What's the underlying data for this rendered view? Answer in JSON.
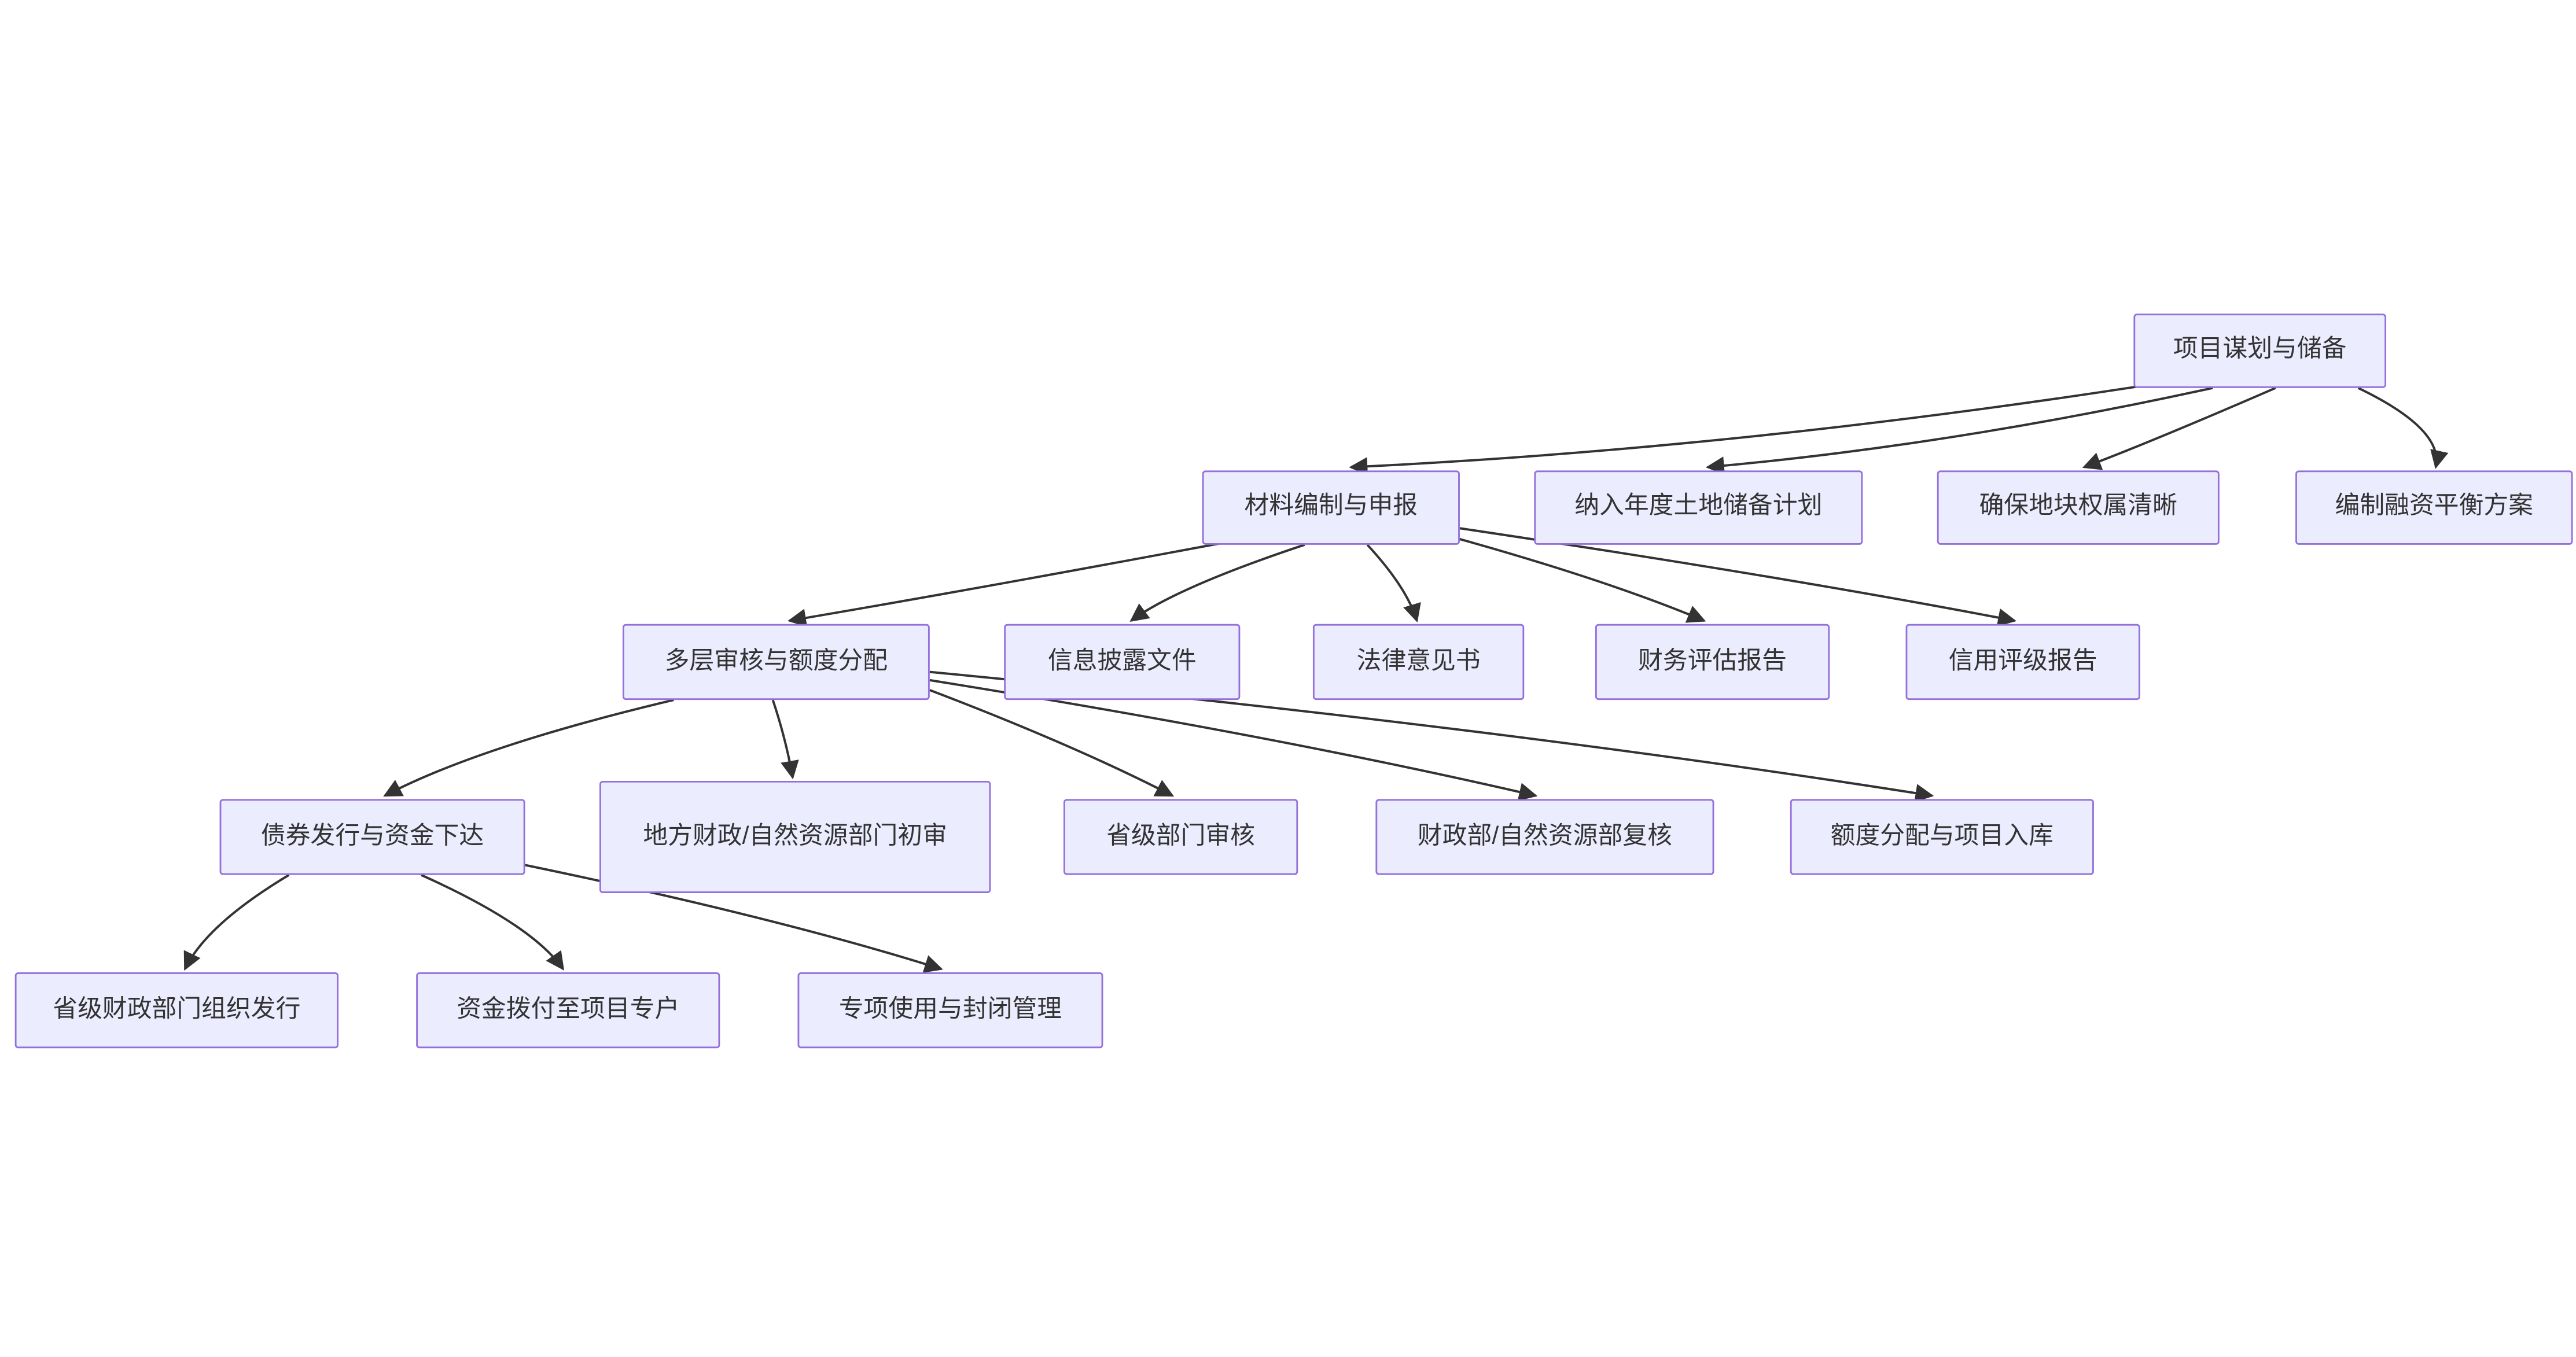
{
  "diagram": {
    "type": "flowchart",
    "background_color": "#ffffff",
    "node_fill_color": "#ECECFF",
    "node_border_color": "#9370DB",
    "edge_color": "#333333",
    "text_color": "#333333",
    "nodes": [
      {
        "id": "n0",
        "label": "项目谋划与储备"
      },
      {
        "id": "n1",
        "label": "材料编制与申报"
      },
      {
        "id": "n2",
        "label": "纳入年度土地储备计划"
      },
      {
        "id": "n3",
        "label": "确保地块权属清晰"
      },
      {
        "id": "n4",
        "label": "编制融资平衡方案"
      },
      {
        "id": "n5",
        "label": "多层审核与额度分配"
      },
      {
        "id": "n6",
        "label": "信息披露文件"
      },
      {
        "id": "n7",
        "label": "法律意见书"
      },
      {
        "id": "n8",
        "label": "财务评估报告"
      },
      {
        "id": "n9",
        "label": "信用评级报告"
      },
      {
        "id": "n10",
        "label": "债券发行与资金下达"
      },
      {
        "id": "n11",
        "label": "地方财政/自然资源部门初审"
      },
      {
        "id": "n12",
        "label": "省级部门审核"
      },
      {
        "id": "n13",
        "label": "财政部/自然资源部复核"
      },
      {
        "id": "n14",
        "label": "额度分配与项目入库"
      },
      {
        "id": "n15",
        "label": "省级财政部门组织发行"
      },
      {
        "id": "n16",
        "label": "资金拨付至项目专户"
      },
      {
        "id": "n17",
        "label": "专项使用与封闭管理"
      }
    ],
    "edges": [
      {
        "from": "n0",
        "to": "n1"
      },
      {
        "from": "n0",
        "to": "n2"
      },
      {
        "from": "n0",
        "to": "n3"
      },
      {
        "from": "n0",
        "to": "n4"
      },
      {
        "from": "n1",
        "to": "n5"
      },
      {
        "from": "n1",
        "to": "n6"
      },
      {
        "from": "n1",
        "to": "n7"
      },
      {
        "from": "n1",
        "to": "n8"
      },
      {
        "from": "n1",
        "to": "n9"
      },
      {
        "from": "n5",
        "to": "n10"
      },
      {
        "from": "n5",
        "to": "n11"
      },
      {
        "from": "n5",
        "to": "n12"
      },
      {
        "from": "n5",
        "to": "n13"
      },
      {
        "from": "n5",
        "to": "n14"
      },
      {
        "from": "n10",
        "to": "n15"
      },
      {
        "from": "n10",
        "to": "n16"
      },
      {
        "from": "n10",
        "to": "n17"
      }
    ]
  }
}
